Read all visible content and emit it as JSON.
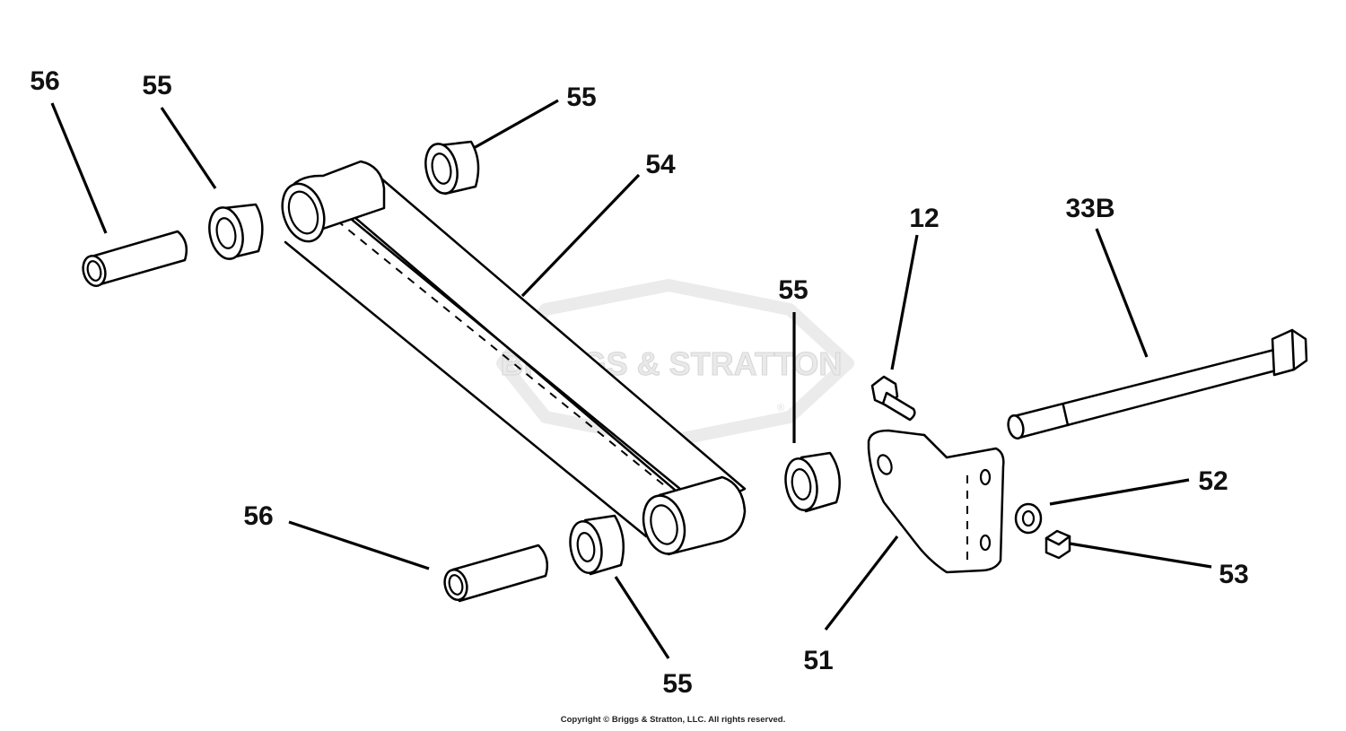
{
  "watermark": {
    "text": "BRIGGS & STRATTON",
    "reg": "®"
  },
  "callouts": {
    "c56a": "56",
    "c55a": "55",
    "c55b": "55",
    "c54": "54",
    "c55c": "55",
    "c12": "12",
    "c33b": "33B",
    "c56b": "56",
    "c52": "52",
    "c53": "53",
    "c55d": "55",
    "c51": "51"
  },
  "copyright": "Copyright © Briggs & Stratton, LLC. All rights reserved.",
  "colors": {
    "line": "#000000",
    "background": "#ffffff",
    "watermark": "#e9e9e9"
  }
}
